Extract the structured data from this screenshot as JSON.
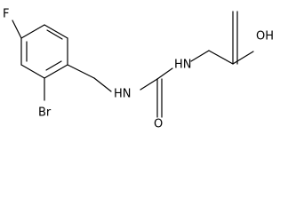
{
  "molecule": {
    "atoms": {
      "fluorine": "F",
      "bromine": "Br",
      "nh_left": "HN",
      "nh_right": "HN",
      "carbonyl_o": "O",
      "acid_oh": "OH"
    }
  }
}
